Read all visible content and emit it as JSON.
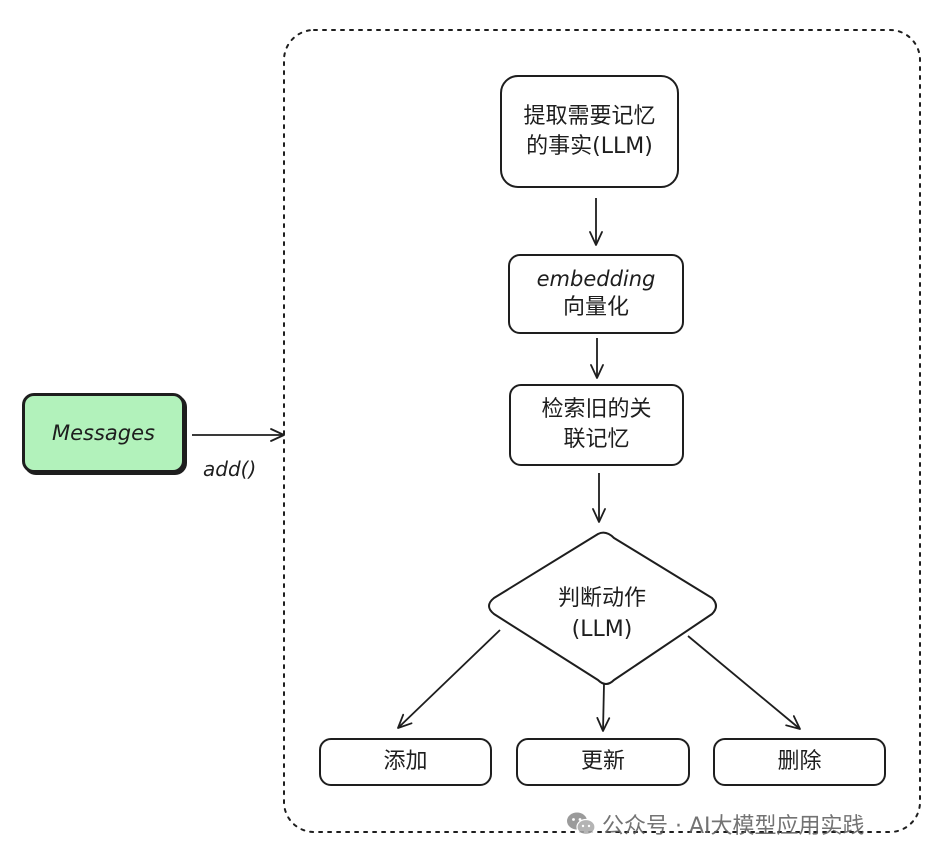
{
  "input": {
    "label": "Messages",
    "fill_color": "#b2f2bb",
    "call_label": "add()"
  },
  "pipeline": {
    "extract": {
      "line1": "提取需要记忆",
      "line2": "的事实(LLM)"
    },
    "embed": {
      "line1": "embedding",
      "line2": "向量化"
    },
    "search": {
      "line1": "检索旧的关",
      "line2": "联记忆"
    },
    "decide": {
      "line1": "判断动作",
      "line2": "(LLM)"
    }
  },
  "actions": {
    "add": "添加",
    "update": "更新",
    "delete": "删除"
  },
  "watermark": {
    "icon": "wechat-icon",
    "text": "公众号 · AI大模型应用实践"
  }
}
